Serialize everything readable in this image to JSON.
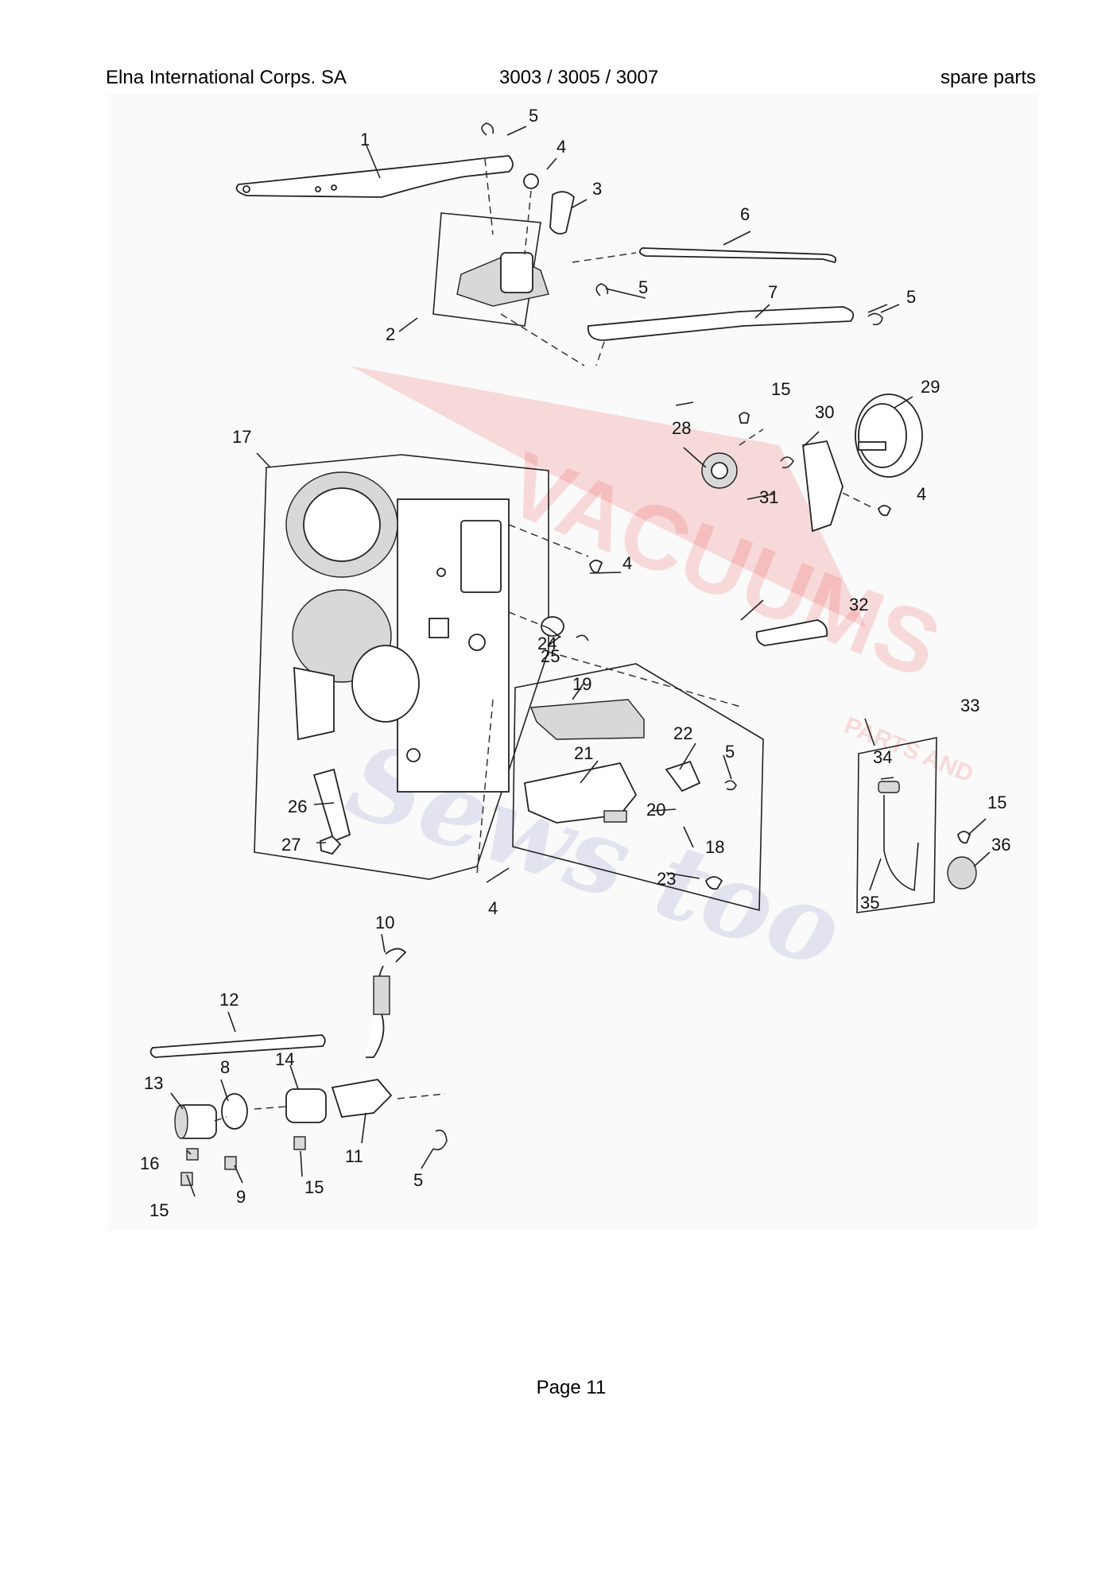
{
  "header": {
    "left": "Elna International Corps. SA",
    "center": "3003 / 3005 / 3007",
    "right": "spare parts"
  },
  "footer": {
    "page": "Page 11"
  },
  "watermark": {
    "line1": "VACUUMS",
    "line2": "Sews too",
    "small": "PARTS AND"
  },
  "colors": {
    "watermark_red": "#e33333",
    "watermark_blue": "#5560aa"
  },
  "callouts": [
    "1",
    "2",
    "3",
    "4",
    "5",
    "6",
    "7",
    "8",
    "9",
    "10",
    "11",
    "12",
    "13",
    "14",
    "15",
    "16",
    "17",
    "18",
    "19",
    "20",
    "21",
    "22",
    "23",
    "24",
    "25",
    "26",
    "27",
    "28",
    "29",
    "30",
    "31",
    "32",
    "33",
    "34",
    "35",
    "36"
  ]
}
